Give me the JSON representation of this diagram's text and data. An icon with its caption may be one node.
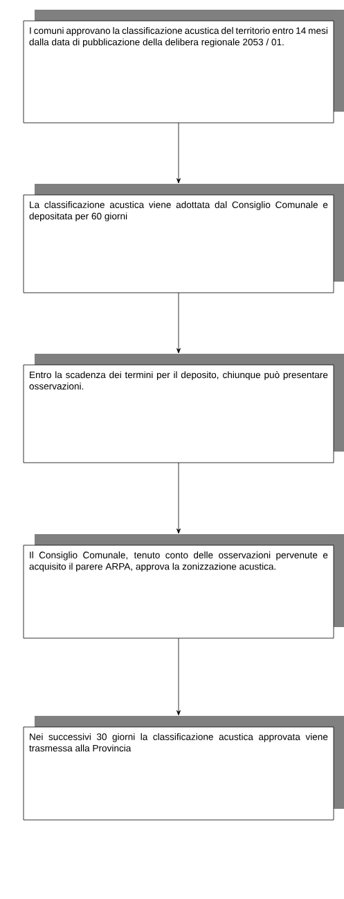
{
  "diagram": {
    "nodes": [
      {
        "text": [
          "I comuni approvano la classificazione acustica del territorio entro 14 mesi dalla data di pubblicazione della delibera regionale 2053 / 01."
        ]
      },
      {
        "text": [
          "La classificazione acustica viene adottata dal Consiglio Comunale e depositata per 60 giorni"
        ]
      },
      {
        "text": [
          "Entro la scadenza dei termini per il deposito, chiunque può presentare osservazioni."
        ]
      },
      {
        "text": [
          "Il Consiglio Comunale, tenuto conto delle osservazioni pervenute e acquisito il parere ARPA, approva la zonizzazione acustica."
        ]
      },
      {
        "text": [
          "Nei successivi 30 giorni la classificazione acustica approvata viene trasmessa alla Provincia"
        ]
      }
    ],
    "edges": [
      {
        "from": 0,
        "to": 1,
        "arrow": "to"
      },
      {
        "from": 1,
        "to": 2,
        "arrow": "to"
      },
      {
        "from": 2,
        "to": 3,
        "arrow": "to"
      },
      {
        "from": 3,
        "to": 4,
        "arrow": "to"
      }
    ]
  }
}
